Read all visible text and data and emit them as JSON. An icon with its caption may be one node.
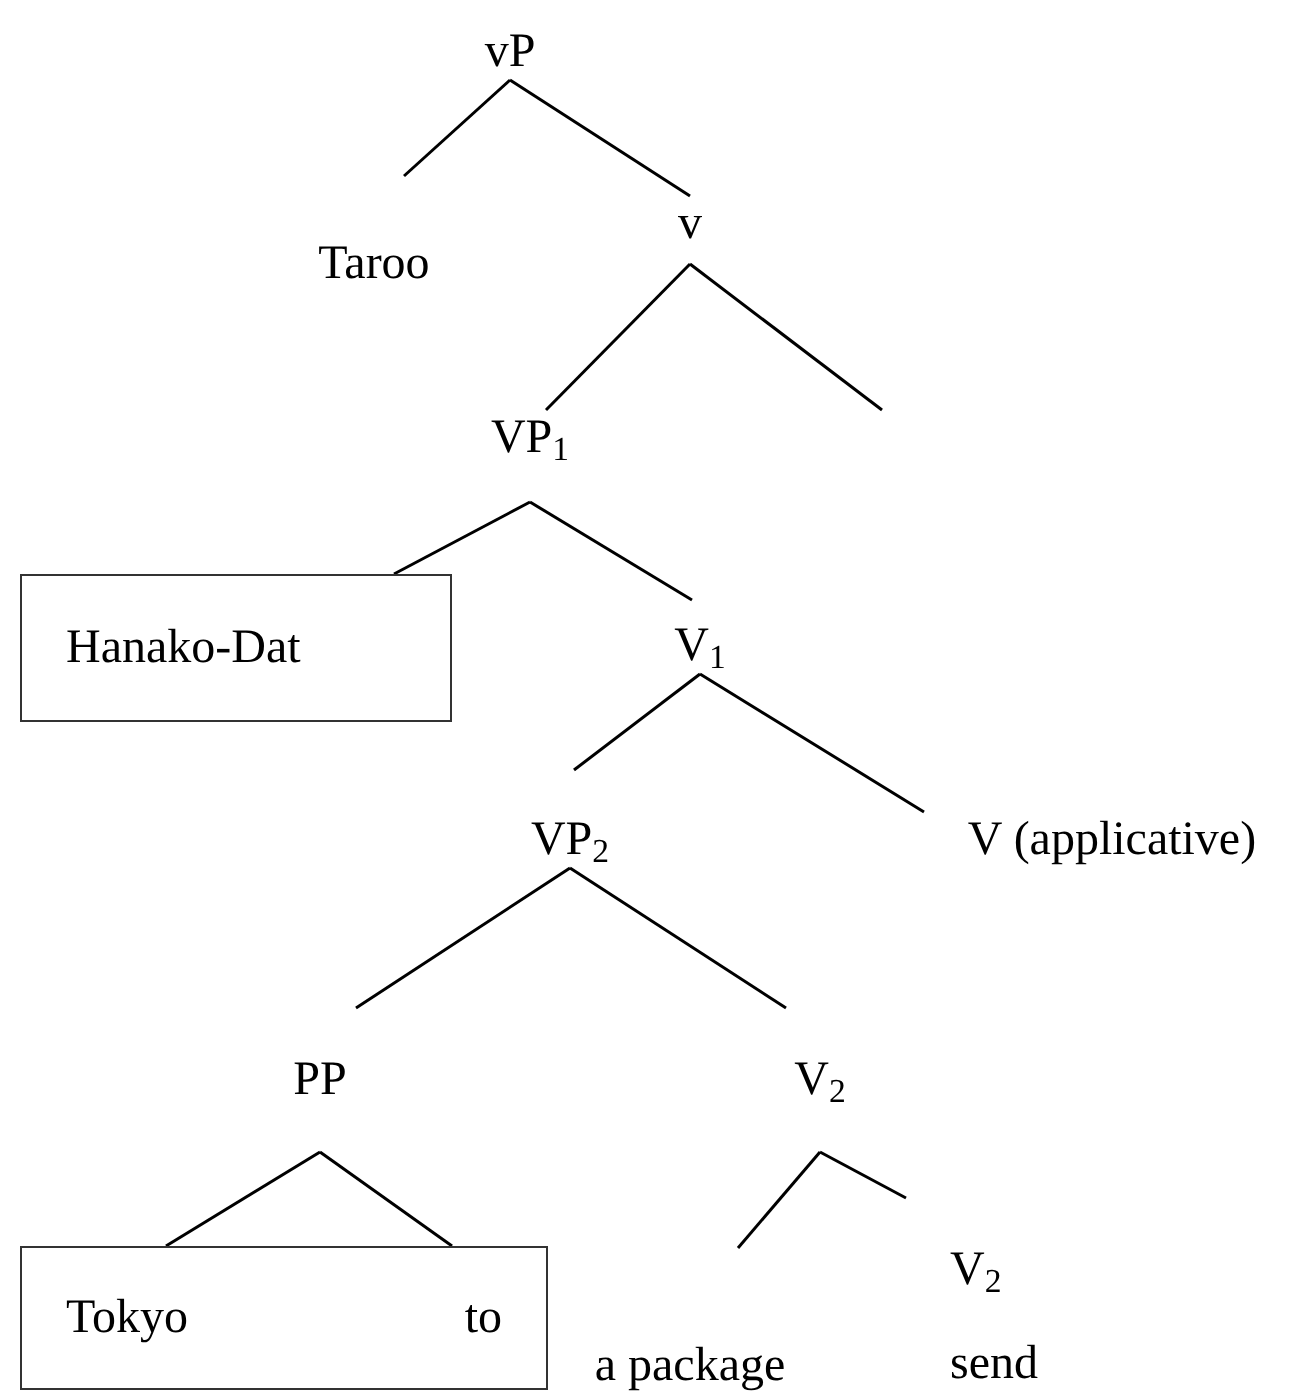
{
  "diagram": {
    "nodes": [
      {
        "text": [
          "vP"
        ]
      },
      {
        "text": [
          "Taroo"
        ]
      },
      {
        "text": [
          "v"
        ]
      },
      {
        "text": [
          "VP$_{1}$"
        ]
      },
      {
        "text": [
          "Hanako-Dat"
        ]
      },
      {
        "text": [
          "V$_{1}$"
        ]
      },
      {
        "text": [
          "VP$_{2}$"
        ]
      },
      {
        "text": [
          "V (applicative)"
        ]
      },
      {
        "text": [
          "PP"
        ]
      },
      {
        "text": [
          "V$_{2}$"
        ]
      },
      {
        "text": [
          "Tokyo",
          "to"
        ]
      },
      {
        "text": [
          "a package"
        ]
      },
      {
        "text": [
          "V$_{2}$",
          "send"
        ]
      }
    ],
    "edges": [
      {
        "from": 0,
        "to": 1,
        "arrow": "none"
      },
      {
        "from": 0,
        "to": 2,
        "arrow": "none"
      },
      {
        "from": 2,
        "to": 3,
        "arrow": "none"
      },
      {
        "from": 2,
        "to": null,
        "arrow": "none"
      },
      {
        "from": 3,
        "to": 4,
        "arrow": "none"
      },
      {
        "from": 3,
        "to": 5,
        "arrow": "none"
      },
      {
        "from": 5,
        "to": 6,
        "arrow": "none"
      },
      {
        "from": 5,
        "to": 7,
        "arrow": "none"
      },
      {
        "from": 6,
        "to": 8,
        "arrow": "none"
      },
      {
        "from": 6,
        "to": 9,
        "arrow": "none"
      },
      {
        "from": 8,
        "to": 10,
        "arrow": "none"
      },
      {
        "from": 8,
        "to": 10,
        "arrow": "none"
      },
      {
        "from": 9,
        "to": 11,
        "arrow": "none"
      },
      {
        "from": 9,
        "to": 12,
        "arrow": "none"
      }
    ]
  }
}
